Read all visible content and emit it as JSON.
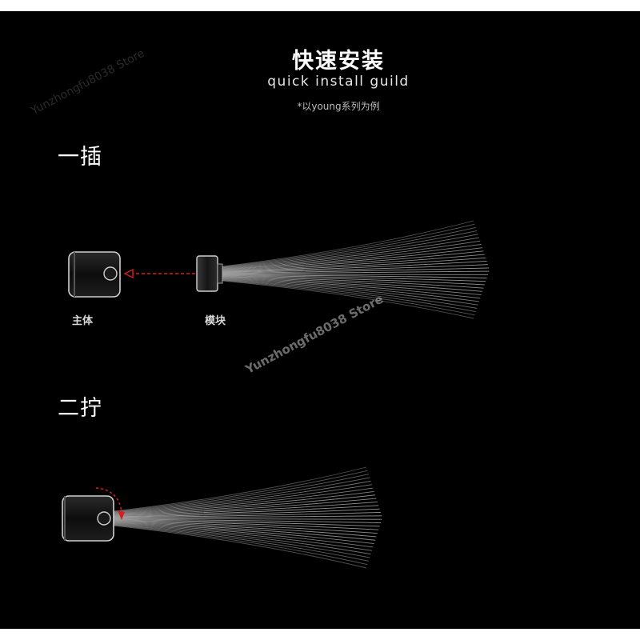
{
  "header": {
    "title": "快速安装",
    "subtitle": "quick install guild",
    "note": "*以young系列为例"
  },
  "steps": [
    {
      "label": "一插"
    },
    {
      "label": "二拧"
    }
  ],
  "parts": {
    "body_label": "主体",
    "module_label": "模块"
  },
  "watermark": "Yunzhongfu8038 Store",
  "colors": {
    "background": "#000000",
    "accent": "#d81e1e",
    "bristle": "#b4b4b4"
  }
}
